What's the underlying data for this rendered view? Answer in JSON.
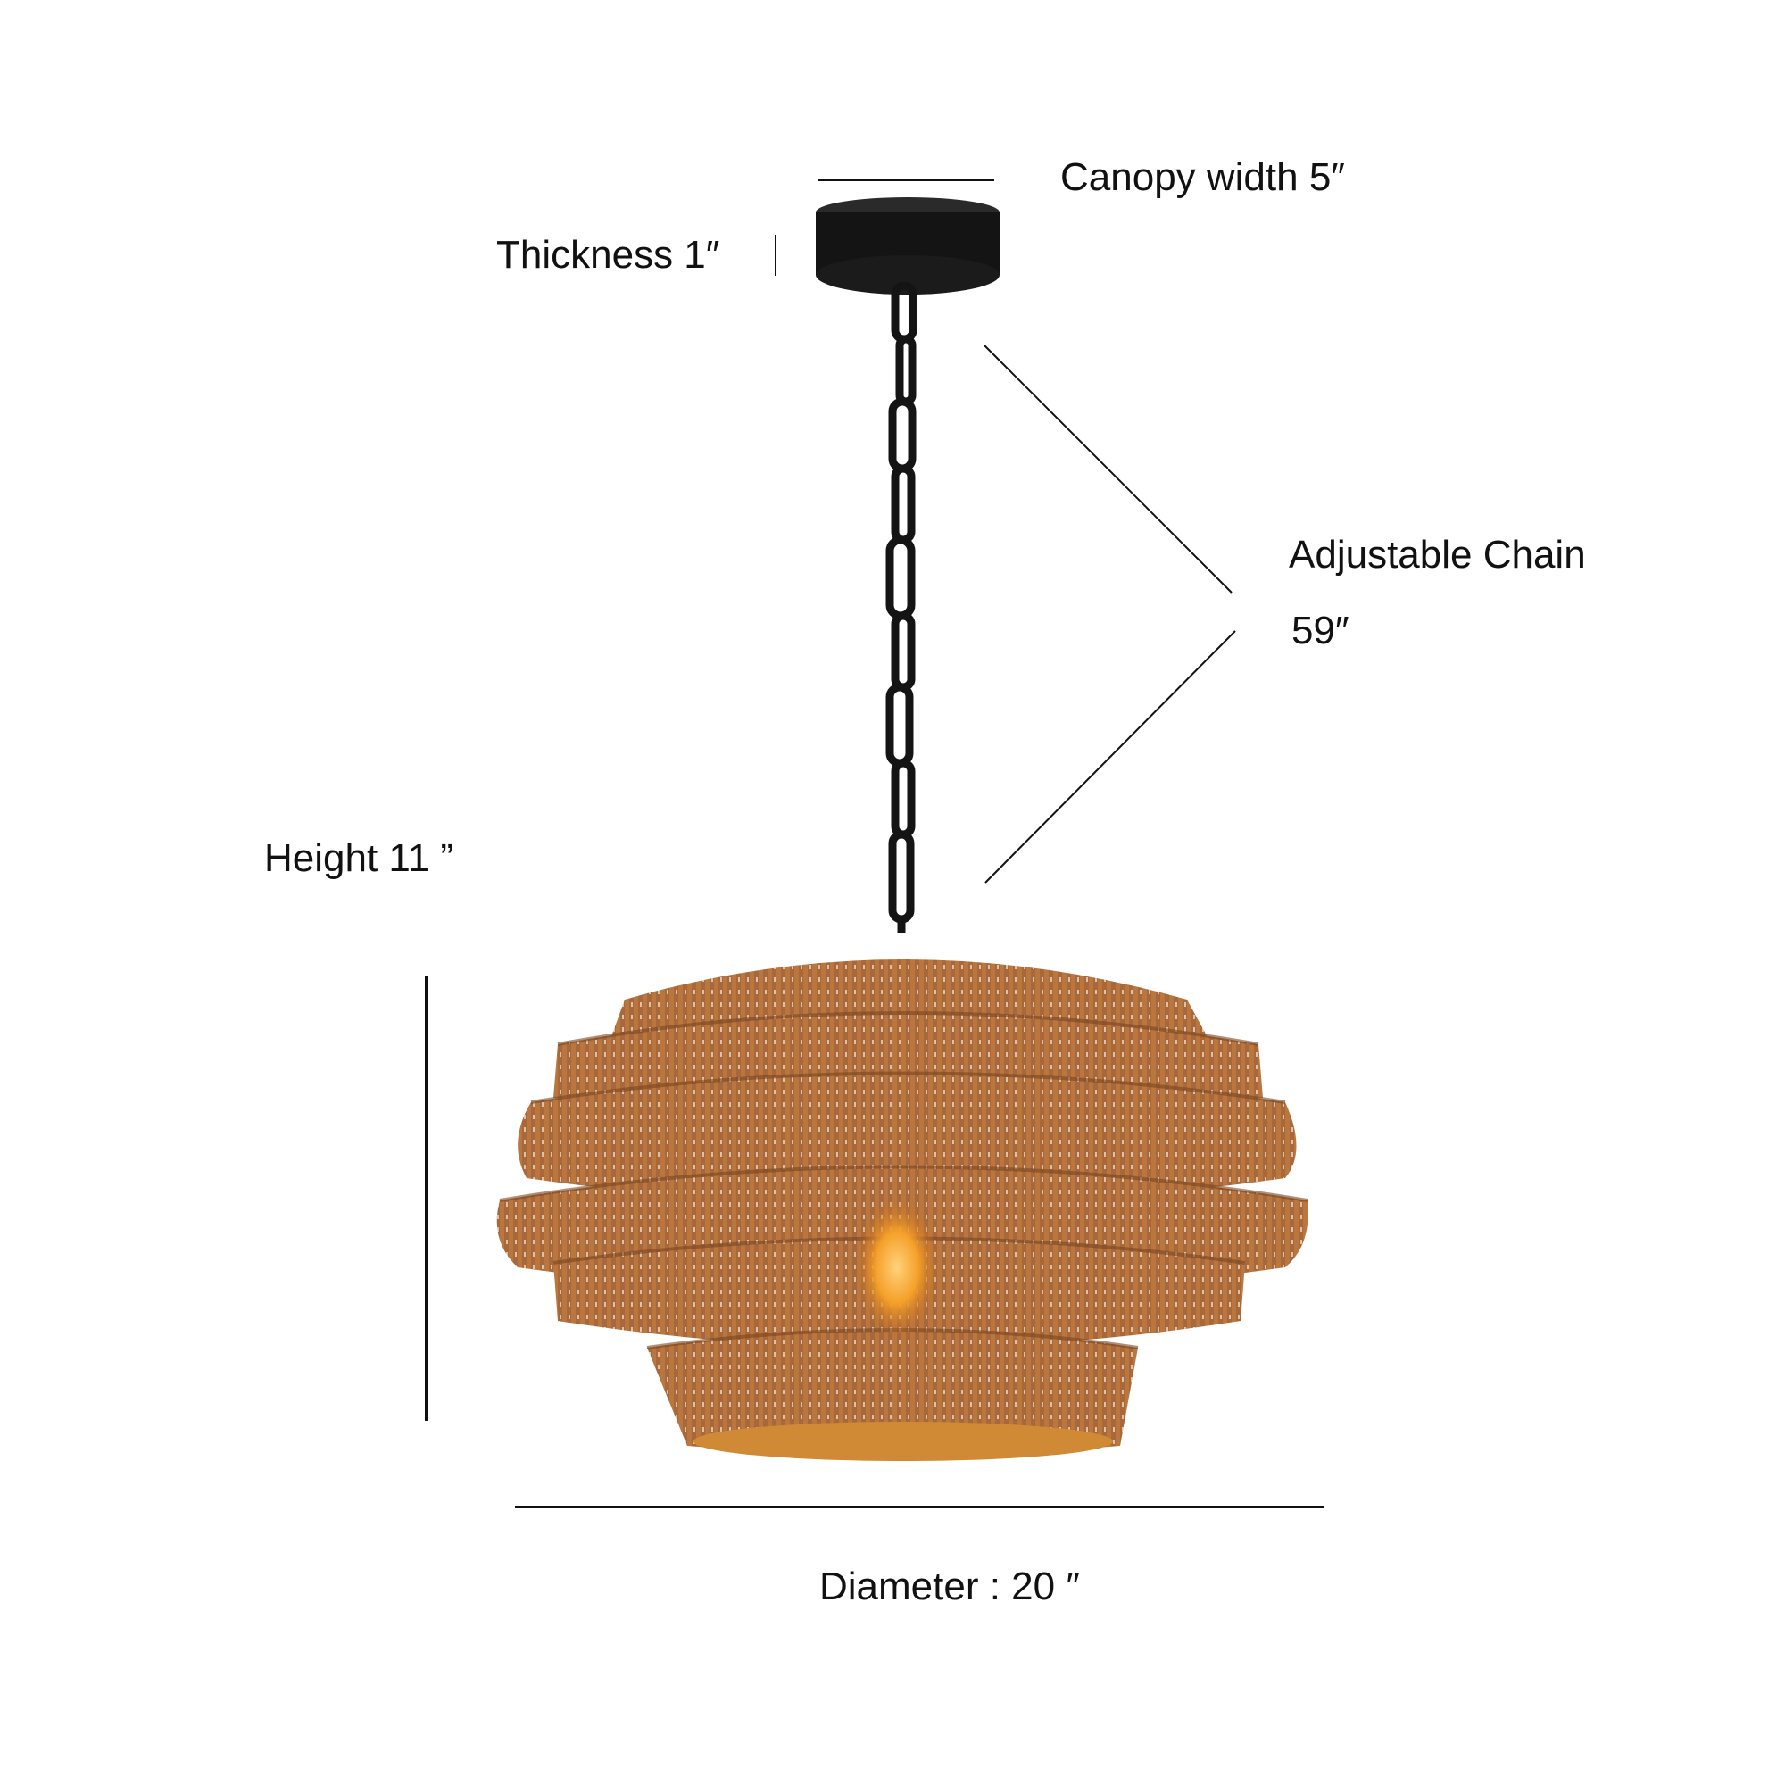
{
  "labels": {
    "canopy_width": "Canopy width 5″",
    "thickness": "Thickness 1″",
    "chain_title": "Adjustable Chain",
    "chain_length": "59″",
    "height": "Height 11  ”",
    "diameter": "Diameter : 20   ″"
  },
  "colors": {
    "rattan": "#a8683a",
    "rattan_light": "#c07f4c",
    "rattan_dark": "#7a4622",
    "glow": "#f5a02a",
    "metal": "#141414",
    "line": "#111111"
  }
}
